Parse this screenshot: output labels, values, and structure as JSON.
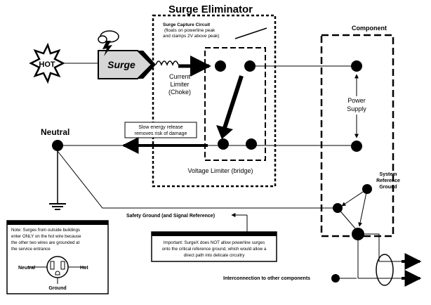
{
  "title": "Surge Eliminator",
  "component_title": "Component",
  "hot_label": "HOT",
  "surge_label": "Surge",
  "capture_note": [
    "Surge Capture Circuit",
    "(floats on powerline peak",
    "and clamps 2V above peak)"
  ],
  "current_limiter": [
    "Current",
    "Limiter",
    "(Choke)"
  ],
  "voltage_limiter": "Voltage Limiter (bridge)",
  "power_supply": [
    "Power",
    "Supply"
  ],
  "neutral_label": "Neutral",
  "slow_release": [
    "Slow  energy release",
    "removes risk of damage"
  ],
  "system_ref": [
    "System",
    "Reference",
    "Ground"
  ],
  "safety_ground": "Safety Ground (and Signal Reference)",
  "important_note": [
    "Important: SurgeX does NOT allow powerline surges",
    "onto the critical reference ground, which would allow a",
    "direct path into delicate circuitry"
  ],
  "bottom_note": [
    "Note: Surges from outside buildings",
    "enter ONLY on the hot wire because",
    "the other two wires are grounded at",
    "the service entrance"
  ],
  "outlet": {
    "neutral": "Neutral",
    "hot": "Hot",
    "ground": "Ground"
  },
  "interconnect": "Interconnection to other components",
  "colors": {
    "ink": "#000000",
    "surge_fill": "#d6d6d6",
    "paper": "#ffffff"
  }
}
